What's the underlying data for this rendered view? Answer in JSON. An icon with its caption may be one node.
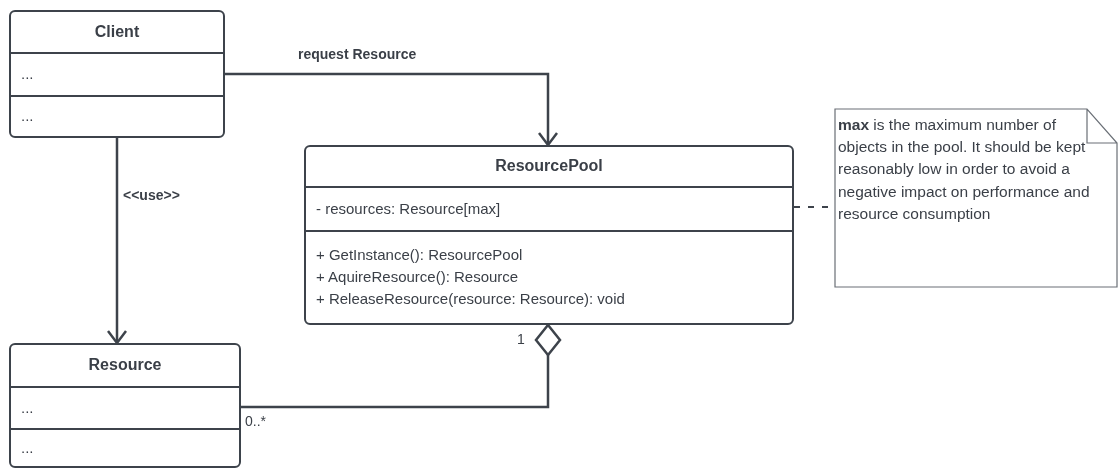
{
  "diagram": {
    "nodes": [
      {
        "text": [
          "Client",
          "...",
          "..."
        ]
      },
      {
        "text": [
          "ResourcePool",
          "- resources: Resource[max]",
          "+ GetInstance(): ResourcePool",
          "+ AquireResource(): Resource",
          "+ ReleaseResource(resource: Resource): void"
        ]
      },
      {
        "text": [
          "Resource",
          "...",
          "..."
        ]
      },
      {
        "text": [
          "**max** is the maximum number of objects in the pool. It should be kept reasonably low in order to avoid a negative impact on performance and resource consumption"
        ]
      }
    ],
    "edges": [
      {
        "from": 0,
        "to": 1,
        "arrow": "to",
        "label": "request Resource"
      },
      {
        "from": 0,
        "to": 2,
        "arrow": "to",
        "label": "<<use>>"
      },
      {
        "from": 2,
        "to": 1,
        "arrow": "other"
      },
      {
        "from": 1,
        "to": 3,
        "arrow": "none",
        "style": "dashed"
      }
    ],
    "labels": [
      "1",
      "0..*"
    ]
  }
}
